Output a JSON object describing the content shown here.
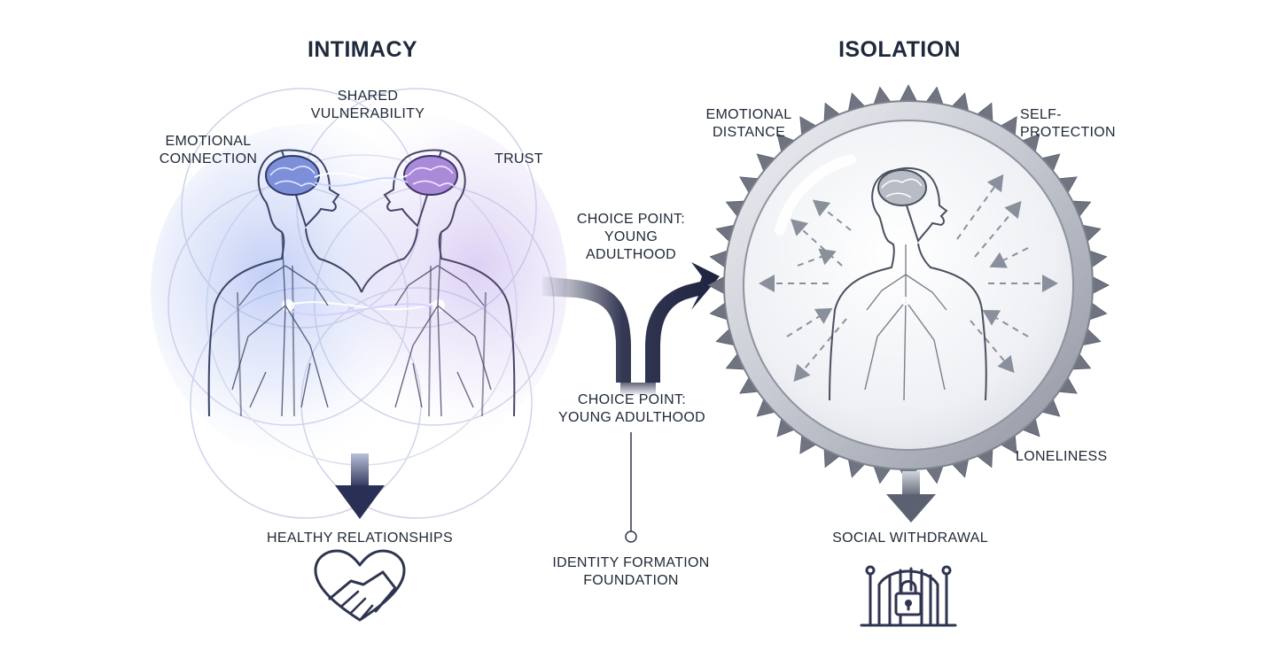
{
  "left_panel": {
    "title": "INTIMACY",
    "labels": {
      "shared_vulnerability": "SHARED\nVULNERABILITY",
      "emotional_connection": "EMOTIONAL\nCONNECTION",
      "trust": "TRUST"
    },
    "outcome": "HEALTHY RELATIONSHIPS",
    "outcome_icon": "heart-handshake-icon"
  },
  "center": {
    "choice_point_top": "CHOICE POINT:\nYOUNG ADULTHOOD",
    "choice_point_bottom": "CHOICE POINT:\nYOUNG ADULTHOOD",
    "foundation": "IDENTITY FORMATION\nFOUNDATION"
  },
  "right_panel": {
    "title": "ISOLATION",
    "labels": {
      "emotional_distance": "EMOTIONAL\nDISTANCE",
      "self_protection": "SELF-\nPROTECTION",
      "loneliness": "LONELINESS"
    },
    "outcome": "SOCIAL WITHDRAWAL",
    "outcome_icon": "locked-gate-icon"
  },
  "colors": {
    "navy": "#1e2340",
    "glow_blue": "#8fa6ee",
    "glow_violet": "#b9a2ea",
    "sphere_gray": "#9aa0aa"
  }
}
